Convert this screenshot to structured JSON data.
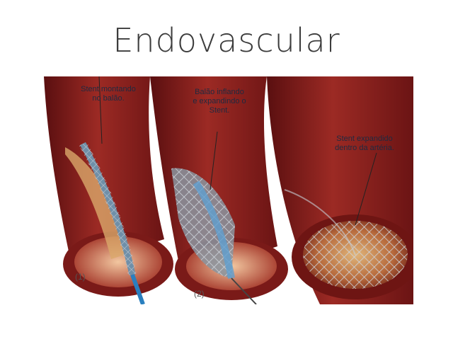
{
  "title": "Endovascular",
  "figure": {
    "callouts": [
      "Stent montando\nno balão.",
      "Balão inflando\ne expandindo o\nStent.",
      "Stent expandido\ndentro da artéria."
    ],
    "steps": [
      "(1)",
      "(2)"
    ]
  }
}
